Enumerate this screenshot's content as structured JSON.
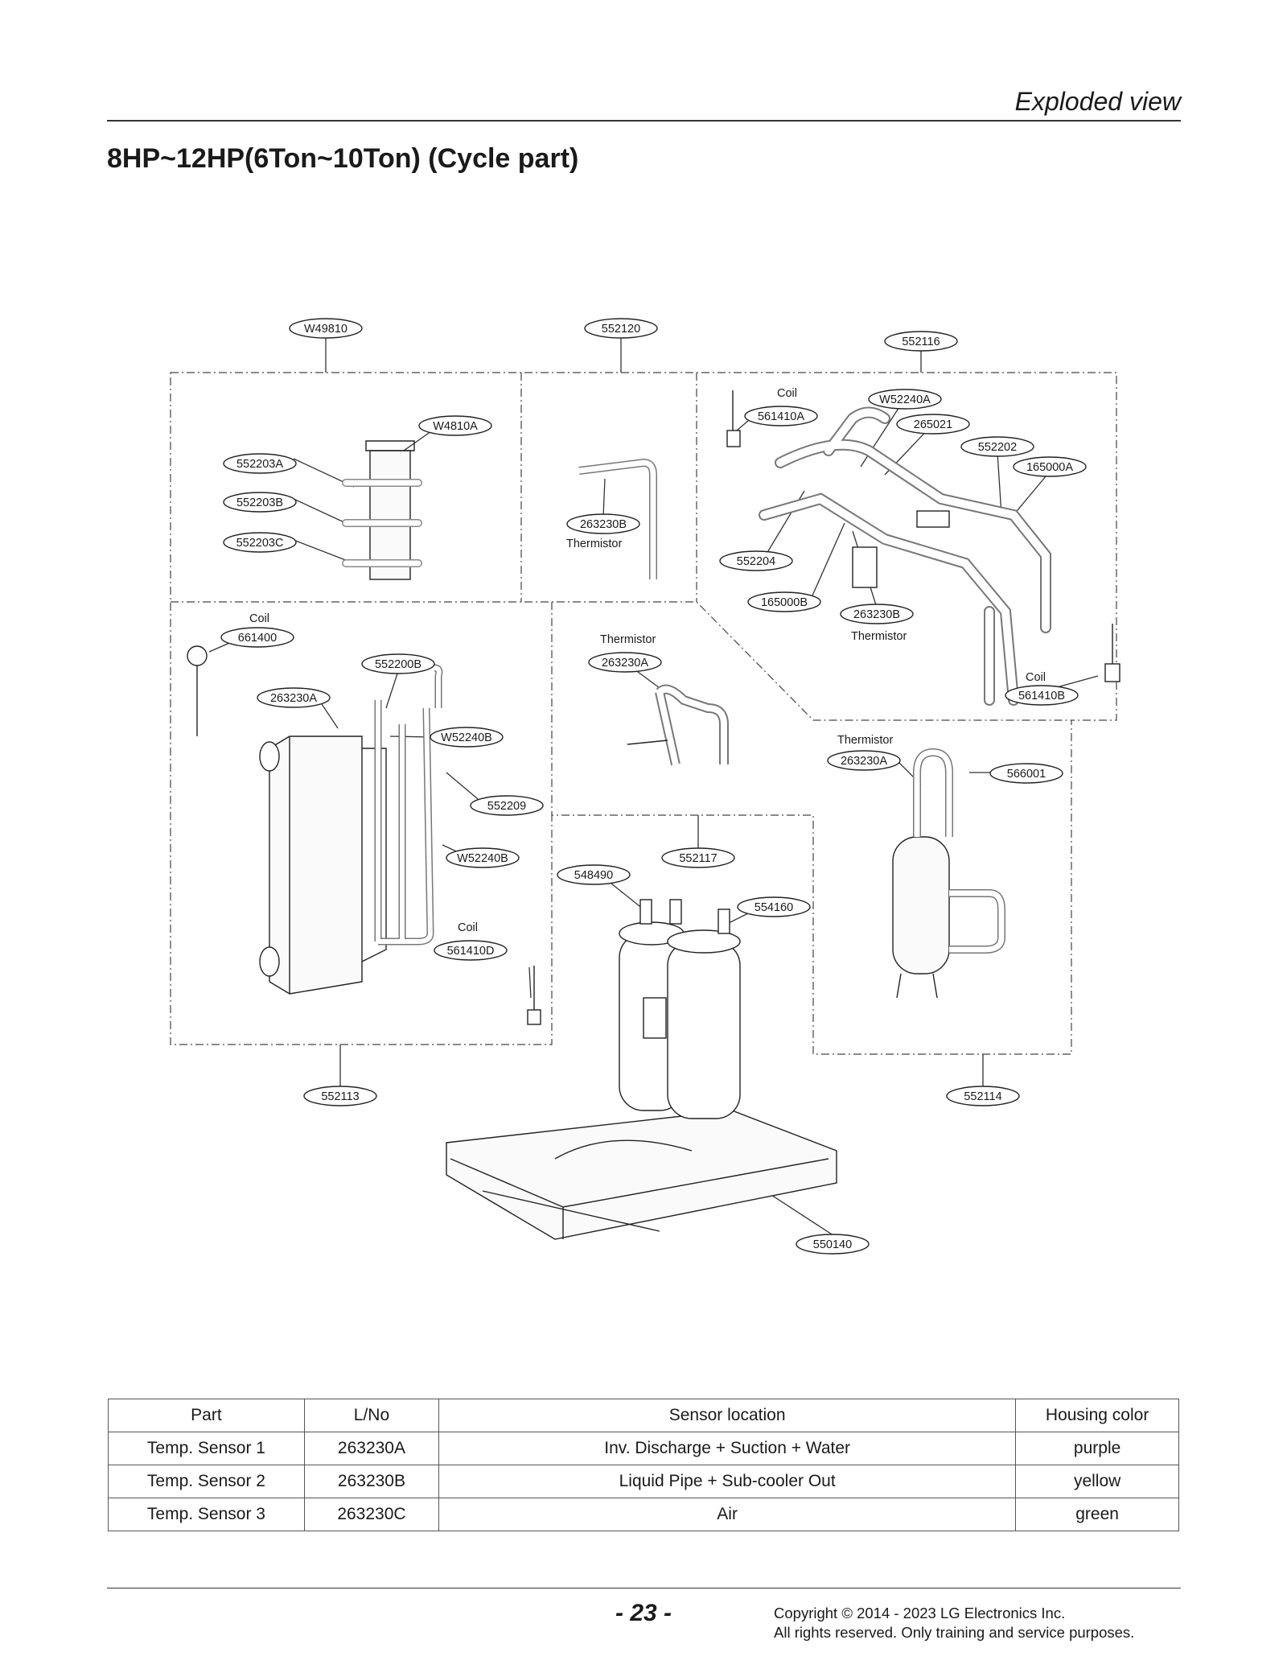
{
  "header": {
    "section": "Exploded view"
  },
  "title": "8HP~12HP(6Ton~10Ton) (Cycle part)",
  "diagram": {
    "callouts": {
      "W49810": "W49810",
      "552120": "552120",
      "552116": "552116",
      "W4810A": "W4810A",
      "552203A": "552203A",
      "552203B": "552203B",
      "552203C": "552203C",
      "263230B_top": "263230B",
      "561410A": "561410A",
      "W52240A": "W52240A",
      "265021": "265021",
      "552202": "552202",
      "165000A": "165000A",
      "552204": "552204",
      "165000B": "165000B",
      "263230B_mid": "263230B",
      "561410B": "561410B",
      "661400": "661400",
      "552200B": "552200B",
      "263230A_left": "263230A",
      "W52240B_1": "W52240B",
      "552209": "552209",
      "W52240B_2": "W52240B",
      "561410D": "561410D",
      "263230A_center": "263230A",
      "263230A_right": "263230A",
      "566001": "566001",
      "552117": "552117",
      "548490": "548490",
      "554160": "554160",
      "552113": "552113",
      "552114": "552114",
      "550140": "550140"
    },
    "labels": {
      "thermistor": "Thermistor",
      "coil": "Coil"
    }
  },
  "table": {
    "headers": [
      "Part",
      "L/No",
      "Sensor location",
      "Housing color"
    ],
    "rows": [
      [
        "Temp. Sensor 1",
        "263230A",
        "Inv. Discharge + Suction + Water",
        "purple"
      ],
      [
        "Temp. Sensor 2",
        "263230B",
        "Liquid Pipe + Sub-cooler Out",
        "yellow"
      ],
      [
        "Temp. Sensor 3",
        "263230C",
        "Air",
        "green"
      ]
    ]
  },
  "footer": {
    "page_number": "- 23 -",
    "copyright_line1": "Copyright © 2014 - 2023 LG Electronics Inc.",
    "copyright_line2": "All rights reserved. Only training and service purposes."
  }
}
